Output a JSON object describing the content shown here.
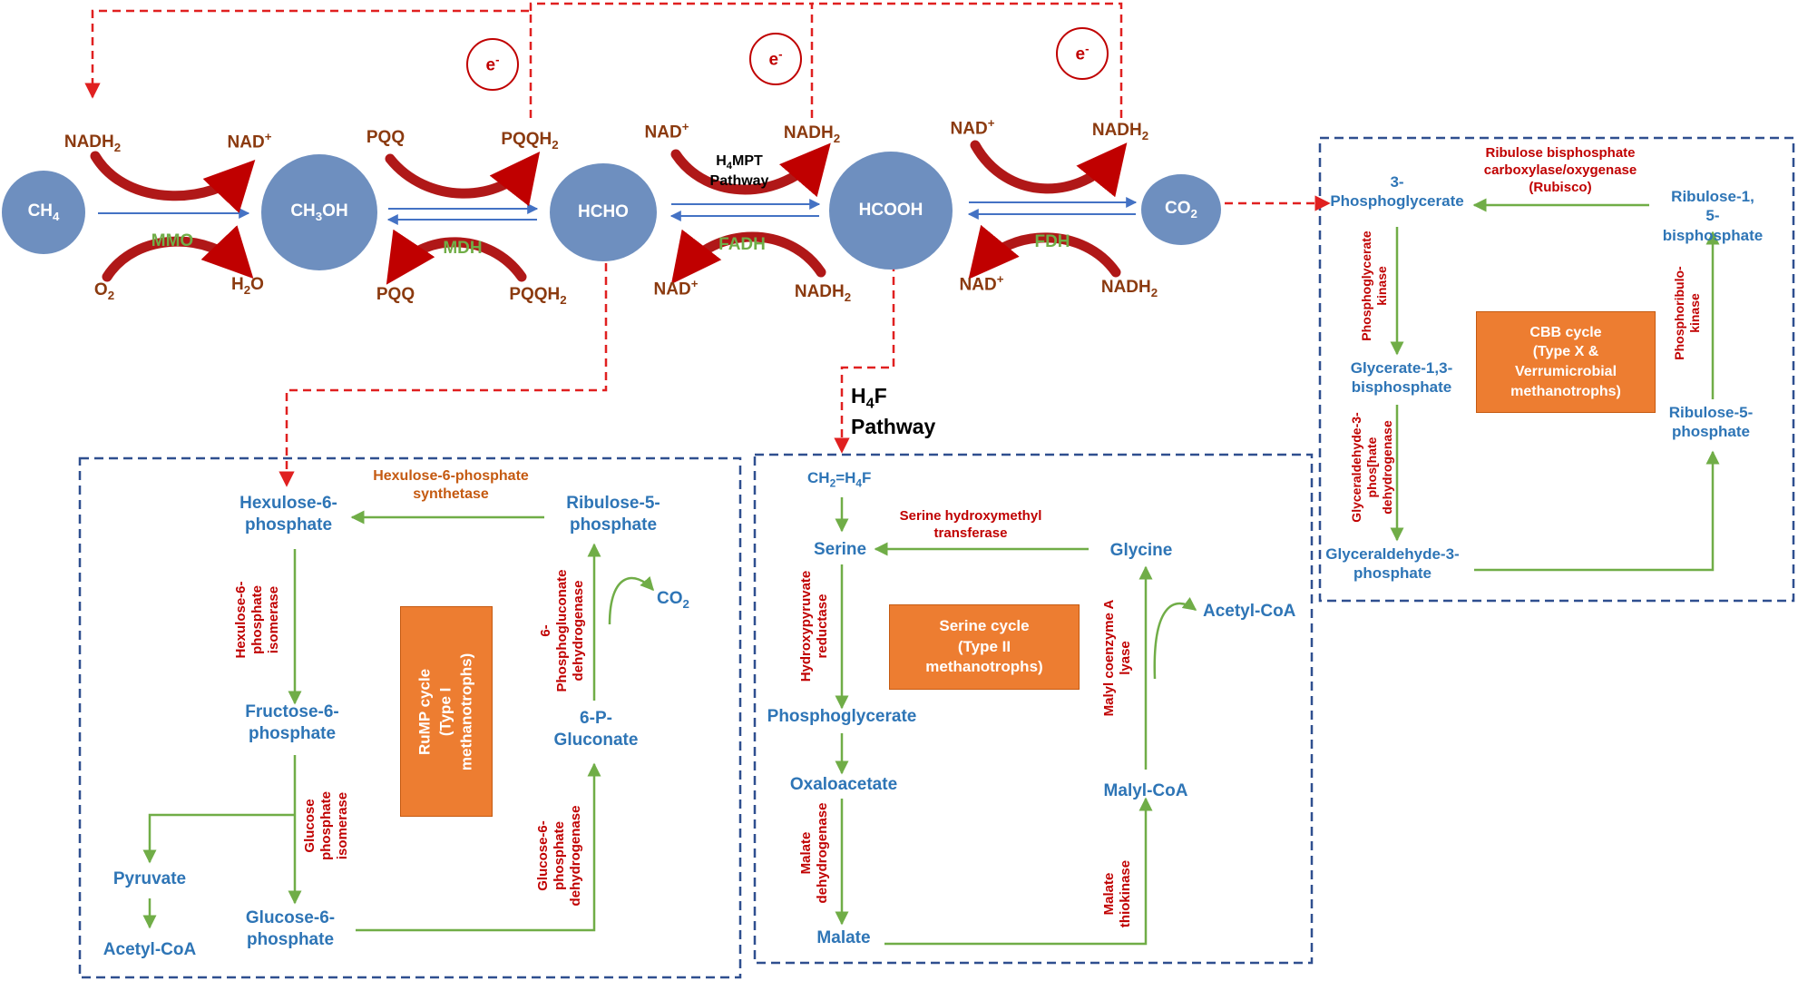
{
  "colors": {
    "node": "#6E8FBF",
    "arrow_red": "#C00000",
    "green_arrow": "#70AD47",
    "blue_text": "#2E75B6",
    "brown_text": "#8B3A0F",
    "orange_box": "#ED7D31",
    "dashed_box": "#2F4F8F"
  },
  "top_pathway": {
    "nodes": [
      {
        "id": "ch4",
        "label": "CH4"
      },
      {
        "id": "ch3oh",
        "label": "CH3OH"
      },
      {
        "id": "hcho",
        "label": "HCHO"
      },
      {
        "id": "hcooh",
        "label": "HCOOH"
      },
      {
        "id": "co2",
        "label": "CO2"
      }
    ],
    "enzymes": {
      "mmo": "MMO",
      "mdh": "MDH",
      "fadh": "FADH",
      "fdh": "FDH"
    },
    "h4mpt_line1": "H4MPT",
    "h4mpt_line2": "Pathway",
    "cofactors": {
      "nadh2": "NADH2",
      "nad": "NAD+",
      "o2": "O2",
      "h2o": "H2O",
      "pqq": "PQQ",
      "pqqh2": "PQQH2"
    },
    "electron": "e-"
  },
  "h4f_label_line1": "H4F",
  "h4f_label_line2": "Pathway",
  "rump": {
    "box_label": "RuMP cycle\n(Type I\nmethanotrophs)",
    "hexulose_6_phosphate": "Hexulose-6-\nphosphate",
    "ribulose_5_phosphate": "Ribulose-5-\nphosphate",
    "fructose_6_phosphate": "Fructose-6-\nphosphate",
    "glucose_6_phosphate": "Glucose-6-\nphosphate",
    "p_gluconate": "6-P-\nGluconate",
    "pyruvate": "Pyruvate",
    "acetyl_coa": "Acetyl-CoA",
    "co2": "CO2",
    "enzyme_hps": "Hexulose-6-phosphate\nsynthetase",
    "enzyme_hpi": "Hexulose-6-\nphosphate\nisomerase",
    "enzyme_gpi": "Glucose\nphosphate\nisomerase",
    "enzyme_g6pdh": "Glucose-6-\nphosphate\ndehydrogenase",
    "enzyme_6pgdh": "6-\nPhosphogluconate\ndehydrogenase"
  },
  "serine": {
    "box_label": "Serine cycle\n(Type II\nmethanotrophs)",
    "ch2_h4f": "CH2=H4F",
    "serine": "Serine",
    "glycine": "Glycine",
    "acetyl_coa": "Acetyl-CoA",
    "phosphoglycerate": "Phosphoglycerate",
    "oxaloacetate": "Oxaloacetate",
    "malate": "Malate",
    "malyl_coa": "Malyl-CoA",
    "enzyme_shmt": "Serine hydroxymethyl\ntransferase",
    "enzyme_hpr": "Hydroxypyruvate\nreductase",
    "enzyme_mdh": "Malate\ndehydrogenase",
    "enzyme_mtk": "Malate\nthiokinase",
    "enzyme_mcl": "Malyl coenzyme A\nlyase"
  },
  "cbb": {
    "box_label": "CBB cycle\n(Type X &\nVerrumicrobial\nmethanotrophs)",
    "pg3": "3-\nPhosphoglycerate",
    "rubp": "Ribulose-1, 5-\nbisphosphate",
    "g13bp": "Glycerate-1,3-\nbisphosphate",
    "g3p": "Glyceraldehyde-3-\nphosphate",
    "ru5p": "Ribulose-5-\nphosphate",
    "enzyme_rubisco": "Ribulose bisphosphate\ncarboxylase/oxygenase\n(Rubisco)",
    "enzyme_pgk": "Phosphoglycerate\nkinase",
    "enzyme_gapdh": "Glyceraldehyde-3-\nphos[hate\ndehydrogenase",
    "enzyme_prk": "Phosphoribulo-\nkinase"
  }
}
